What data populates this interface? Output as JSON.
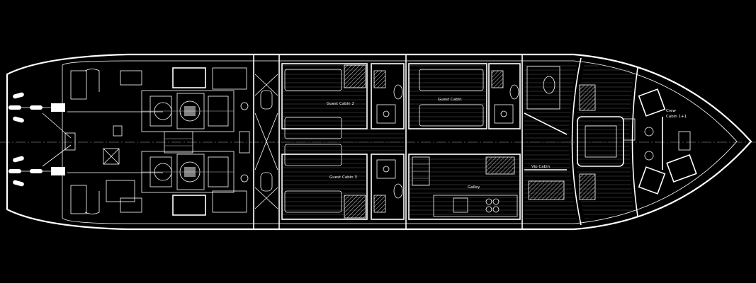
{
  "room_labels": {
    "guest_cabin_2": "Guest Cabin 2",
    "guest_cabin": "Guest Cabin",
    "guest_cabin_3": "Guest Cabin 3",
    "galley": "Galley",
    "vip_cabin": "Vip Cabin",
    "crew_cabin_line1": "Crew",
    "crew_cabin_line2": "Cabin 1+1"
  },
  "colors": {
    "background": "#000000",
    "linework": "#ffffff"
  }
}
